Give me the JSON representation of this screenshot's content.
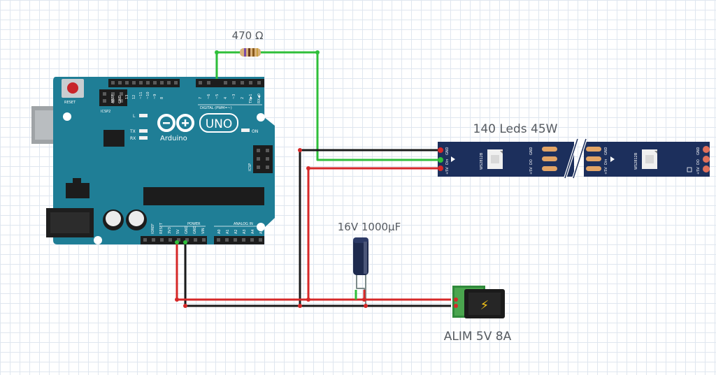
{
  "labels": {
    "resistor": "470 Ω",
    "led_strip": "140 Leds 45W",
    "capacitor": "16V 1000µF",
    "power_supply": "ALIM 5V 8A"
  },
  "arduino": {
    "brand": "Arduino",
    "model": "UNO",
    "reset": "RESET",
    "icsp2": "ICSP2",
    "icsp": "ICSP",
    "digital": "DIGITAL (PWM=~)",
    "power": "POWER",
    "analog": "ANALOG IN",
    "on": "ON",
    "l": "L",
    "tx": "TX",
    "rx": "RX",
    "aref": "AREF",
    "gnd": "GND",
    "pin13": "13",
    "pin12": "12",
    "pin11": "~11",
    "pin10": "~10",
    "pin9": "~9",
    "pin8": "8",
    "pin7": "7",
    "pin6": "~6",
    "pin5": "~5",
    "pin4": "4",
    "pin3": "~3",
    "pin2": "2",
    "tx1": "TX▶1",
    "rx0": "RX◀0",
    "ioref": "IOREF",
    "reset_pin": "RESET",
    "v33": "3V3",
    "v5": "5V",
    "gnd1": "GND",
    "gnd2": "GND",
    "vin": "VIN",
    "a0": "A0",
    "a1": "A1",
    "a2": "A2",
    "a3": "A3",
    "a4": "A4",
    "a5": "A5"
  },
  "strip": {
    "chip": "WS2812B",
    "gnd": "GND",
    "din": "Din",
    "do": "DO",
    "v5": "+5V"
  },
  "colors": {
    "wire_signal": "#2fbf3a",
    "wire_power": "#d62828",
    "wire_ground": "#1a1a1a",
    "board": "#1f7e96",
    "strip": "#1c2f5c"
  }
}
